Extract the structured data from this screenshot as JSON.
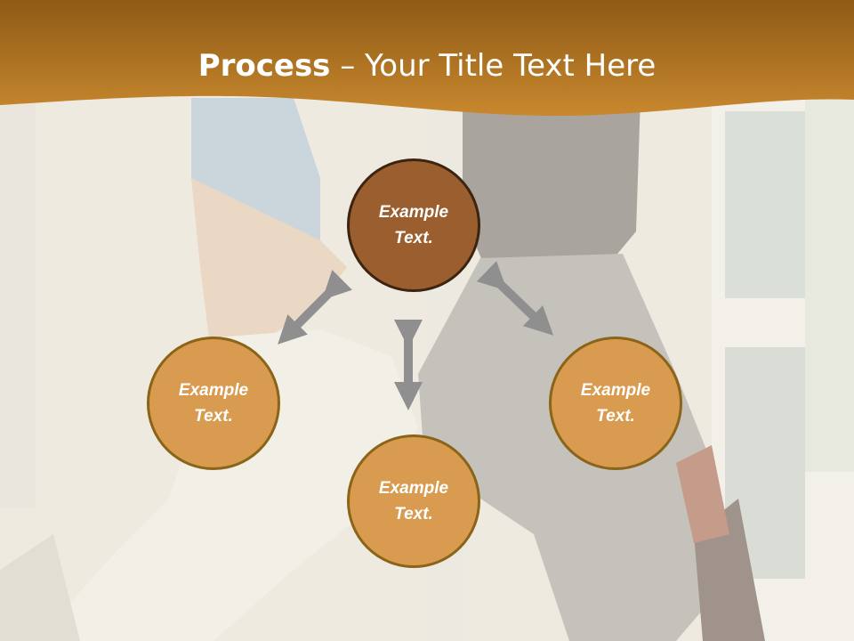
{
  "slide": {
    "title_bold": "Process",
    "title_rest": " – Your Title Text Here"
  },
  "nodes": [
    {
      "id": "top",
      "line1": "Example",
      "line2": "Text."
    },
    {
      "id": "left",
      "line1": "Example",
      "line2": "Text."
    },
    {
      "id": "bottom",
      "line1": "Example",
      "line2": "Text."
    },
    {
      "id": "right",
      "line1": "Example",
      "line2": "Text."
    }
  ],
  "colors": {
    "header": "#c47f2a",
    "node_top": "#9a5e2f",
    "node": "#d89b4f",
    "arrow": "#8f8f8f"
  }
}
